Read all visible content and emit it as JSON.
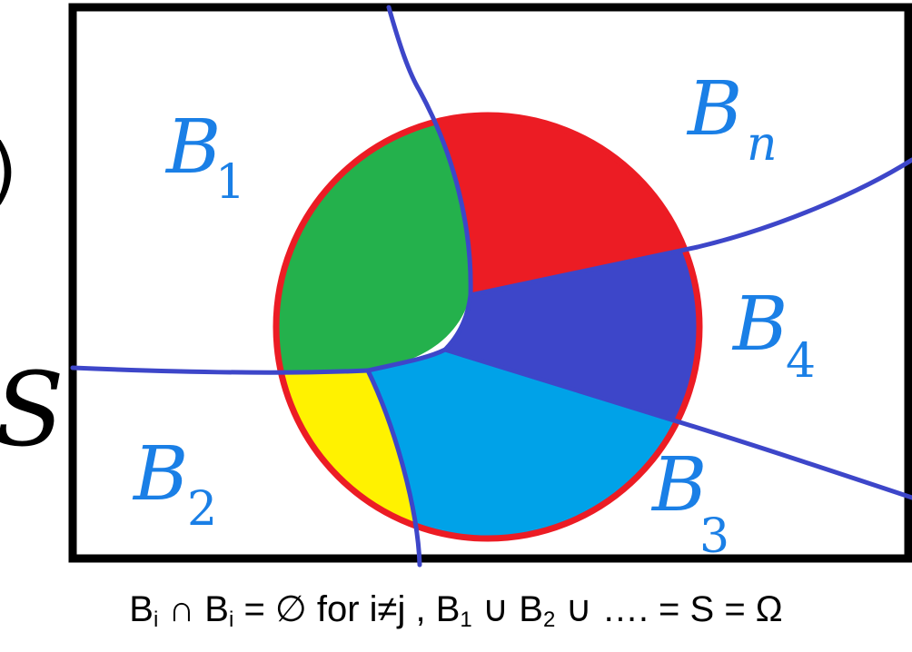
{
  "labels": {
    "b1": {
      "letter": "B",
      "sub": "1"
    },
    "b2": {
      "letter": "B",
      "sub": "2"
    },
    "b3": {
      "letter": "B",
      "sub": "3"
    },
    "b4": {
      "letter": "B",
      "sub": "4"
    },
    "bn": {
      "letter": "B",
      "sub": "n"
    },
    "s": "S",
    "paren": ")"
  },
  "caption": {
    "b_i": "B",
    "i1": "i",
    "cap": " ∩ B",
    "i2": "i",
    "rest1": " = ∅ for i≠j , B",
    "s1": "1",
    "u1": " ∪ B",
    "s2": "2",
    "rest2": " ∪ …. = S = Ω"
  },
  "colors": {
    "red": "#ec1c24",
    "green": "#24b14c",
    "blue": "#3d46c9",
    "cyan": "#00a2e8",
    "yellow": "#fff200",
    "line": "#3d46c9",
    "label": "#1a7fe6"
  }
}
